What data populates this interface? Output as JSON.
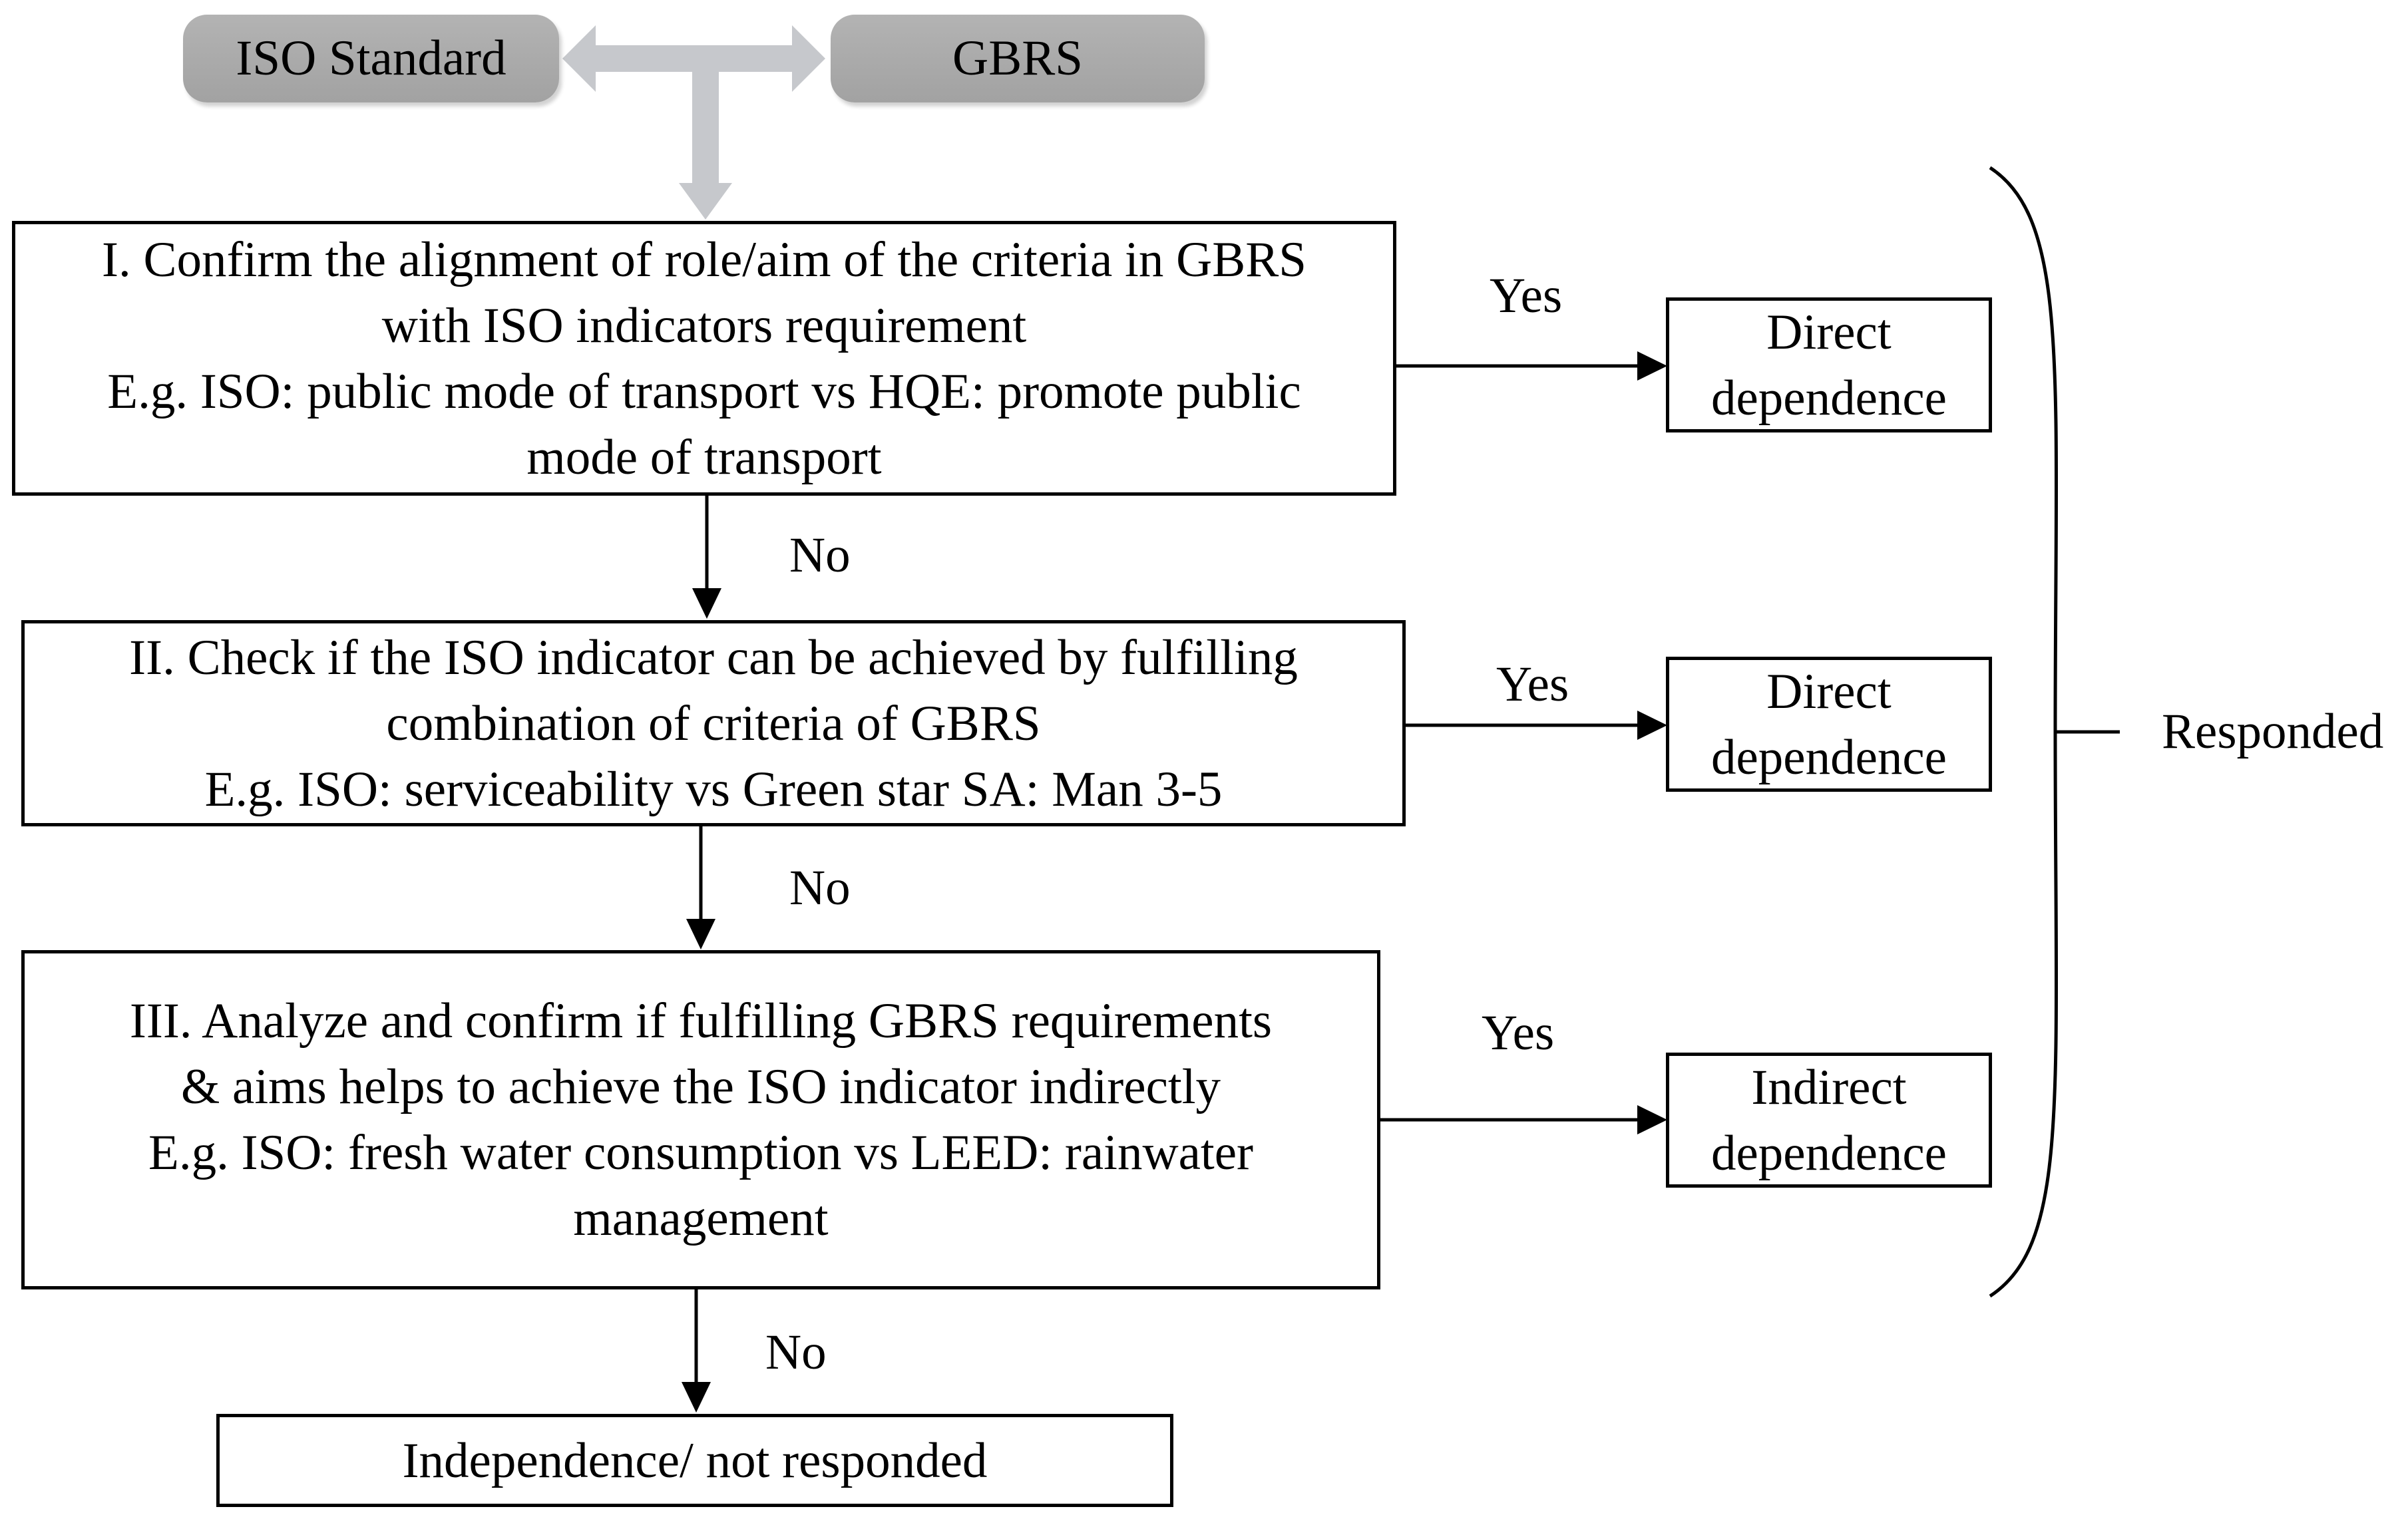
{
  "sources": {
    "iso": "ISO Standard",
    "gbrs": "GBRS"
  },
  "steps": [
    {
      "lines": [
        "I. Confirm the alignment of role/aim of the criteria in GBRS",
        "with ISO indicators requirement",
        "E.g. ISO: public mode of transport vs HQE: promote public",
        "mode of transport"
      ],
      "yes": "Yes",
      "no": "No",
      "result": [
        "Direct",
        "dependence"
      ]
    },
    {
      "lines": [
        "II. Check if the ISO indicator can be achieved by fulfilling",
        "combination of criteria of GBRS",
        "E.g. ISO: serviceability vs Green star SA: Man 3-5"
      ],
      "yes": "Yes",
      "no": "No",
      "result": [
        "Direct",
        "dependence"
      ]
    },
    {
      "lines": [
        "III. Analyze and confirm if fulfilling GBRS  requirements",
        "& aims helps to achieve the ISO indicator indirectly",
        "E.g. ISO: fresh water consumption vs LEED: rainwater",
        "management"
      ],
      "yes": "Yes",
      "no": "No",
      "result": [
        "Indirect",
        "dependence"
      ]
    }
  ],
  "final": "Independence/ not responded",
  "bracket_label": "Responded"
}
